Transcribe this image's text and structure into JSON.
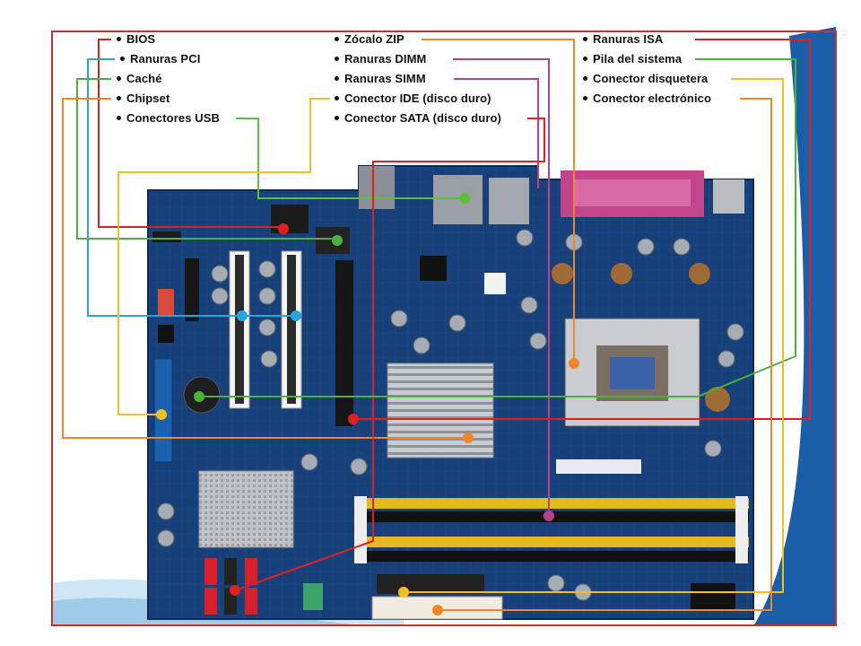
{
  "labels": {
    "bios": "BIOS",
    "pci": "Ranuras PCI",
    "cache": "Caché",
    "chipset": "Chipset",
    "usb": "Conectores USB",
    "zip": "Zócalo ZIP",
    "dimm": "Ranuras DIMM",
    "simm": "Ranuras SIMM",
    "ide": "Conector IDE (disco duro)",
    "sata": "Conector SATA (disco duro)",
    "isa": "Ranuras ISA",
    "pila": "Pila del sistema",
    "disquetera": "Conector disquetera",
    "electronico": "Conector electrónico"
  },
  "colors": {
    "bios": "#e02020",
    "pci": "#2aa4e0",
    "cache": "#46b53a",
    "chipset": "#f0862a",
    "usb": "#5cbf3a",
    "zip": "#f0862a",
    "dimm": "#b8408e",
    "simm": "#b8408e",
    "ide": "#f0c020",
    "sata": "#e02020",
    "isa": "#e02020",
    "pila": "#46b53a",
    "disquetera": "#f0c020",
    "electronico": "#f0862a",
    "board": "#163f7a",
    "frame": "#c9302c"
  }
}
